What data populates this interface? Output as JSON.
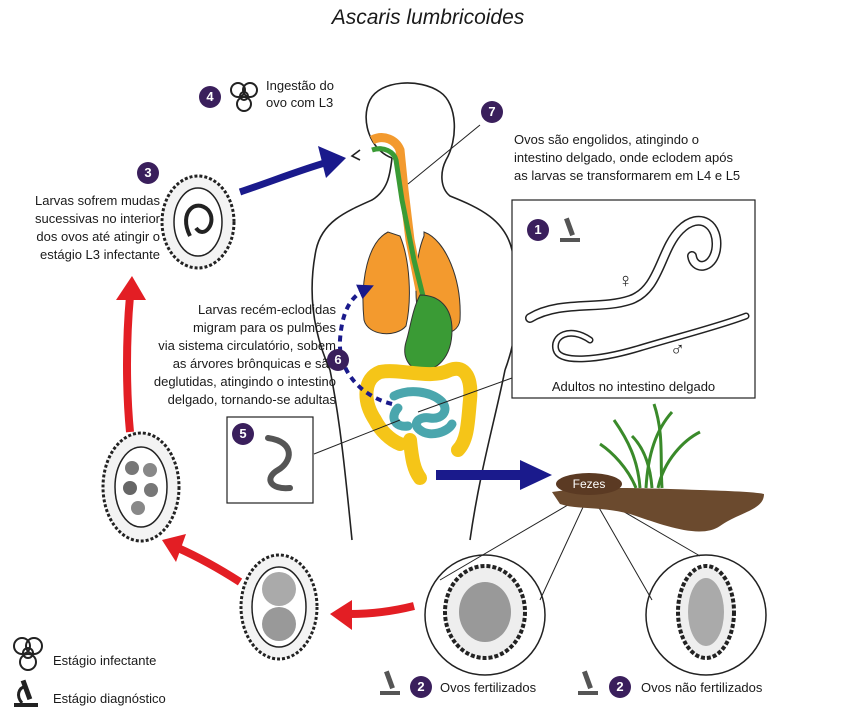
{
  "title": "Ascaris lumbricoides",
  "steps": {
    "s1": {
      "num": "1"
    },
    "s2a": {
      "num": "2",
      "label": "Ovos fertilizados"
    },
    "s2b": {
      "num": "2",
      "label": "Ovos não fertilizados"
    },
    "s3": {
      "num": "3",
      "label": "Larvas sofrem mudas\nsucessivas no interior\ndos ovos até atingir o\nestágio L3 infectante"
    },
    "s4": {
      "num": "4",
      "label": "Ingestão do\novo com L3"
    },
    "s5": {
      "num": "5"
    },
    "s6": {
      "num": "6",
      "label": "Larvas recém-eclodidas\nmigram para os pulmões\nvia sistema circulatório, sobem\nas árvores brônquicas e são\ndeglutidas, atingindo o intestino\ndelgado, tornando-se adultas"
    },
    "s7": {
      "num": "7",
      "label": "Ovos são engolidos, atingindo o\nintestino delgado, onde eclodem após\nas larvas se transformarem em L4 e L5"
    }
  },
  "adults_caption": "Adultos no intestino delgado",
  "female_symbol": "♀",
  "male_symbol": "♂",
  "feces_label": "Fezes",
  "legend": {
    "infective": {
      "icon": "biohazard-icon",
      "label": "Estágio infectante"
    },
    "diagnostic": {
      "icon": "microscope-icon",
      "label": "Estágio diagnóstico"
    }
  },
  "colors": {
    "step_badge": "#3a1f5c",
    "cycle_arrow": "#e31e24",
    "path_arrow": "#1a1a8c",
    "lungs": "#f39a2e",
    "stomach": "#3a9b35",
    "colon": "#f5c518",
    "small_intestine": "#4aa6ad",
    "soil": "#6b4a2e",
    "grass": "#3a8a2a"
  }
}
